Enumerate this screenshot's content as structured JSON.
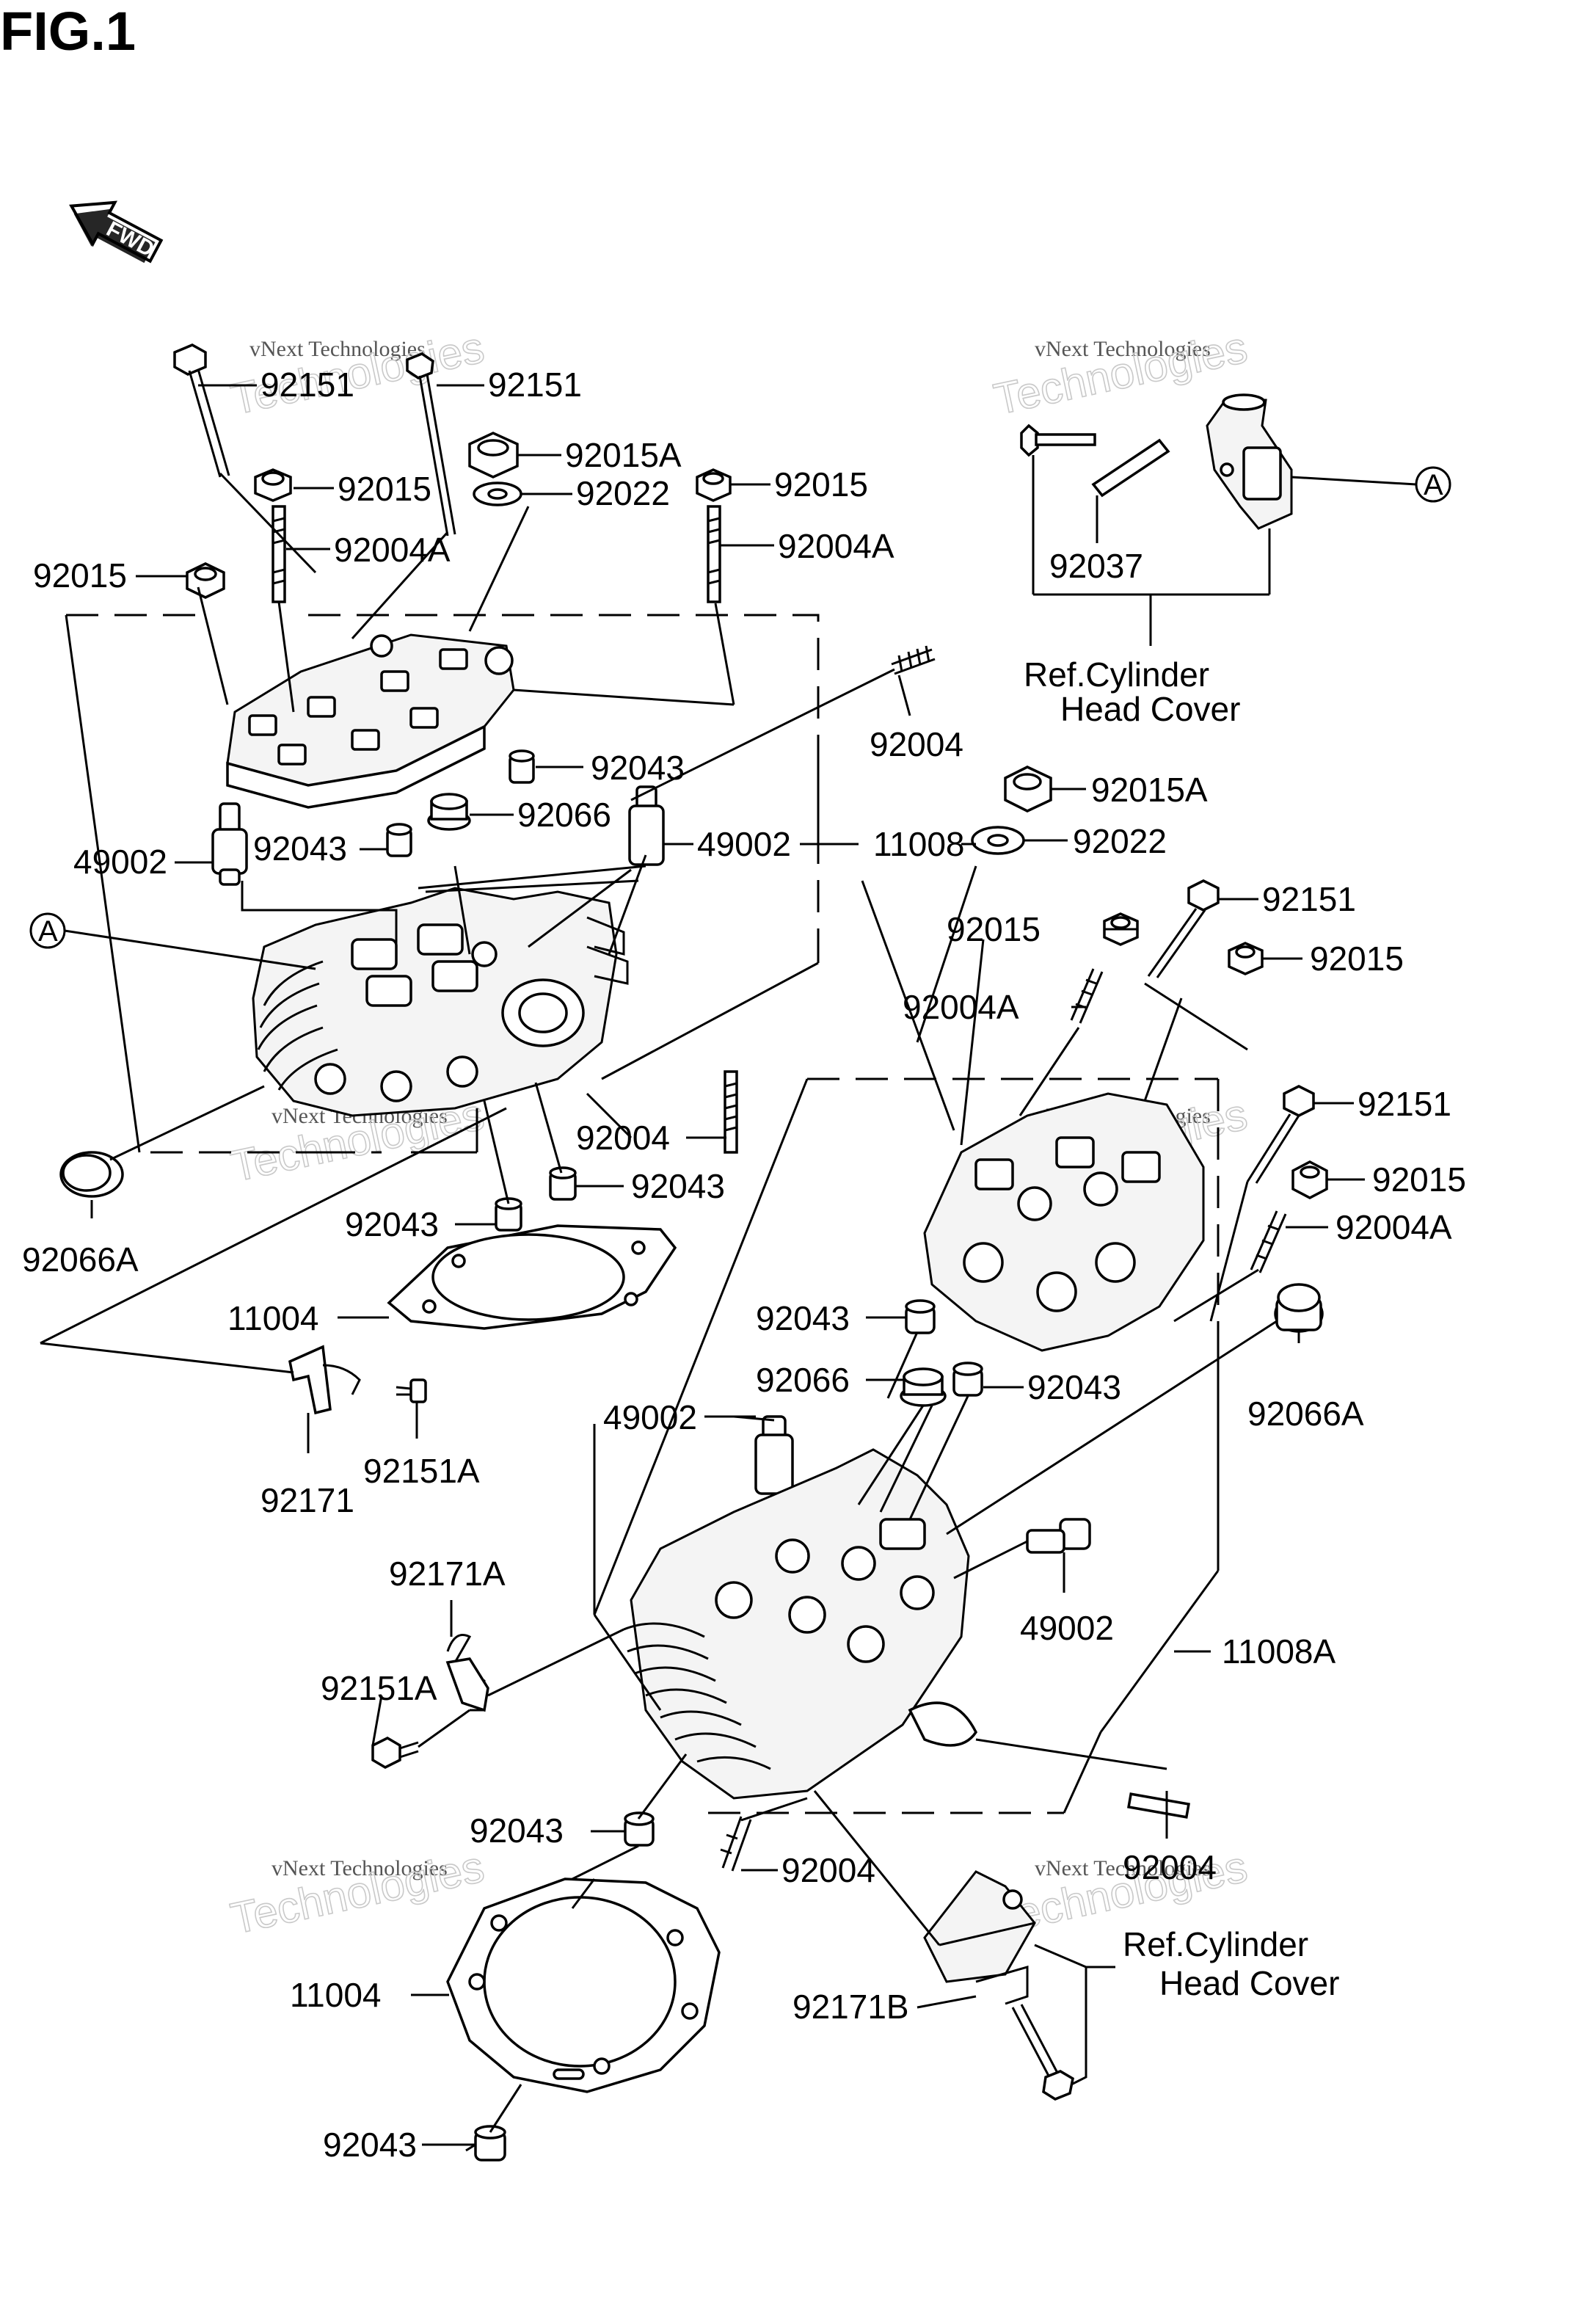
{
  "figure": {
    "title": "FIG.1"
  },
  "fwd_label": "FWD",
  "watermark": {
    "brand": "vNext Technologies",
    "word": "Technologies"
  },
  "ref_marker": "A",
  "labels": {
    "p92151_a": "92151",
    "p92151_b": "92151",
    "p92015A_a": "92015A",
    "p92015_a": "92015",
    "p92022_a": "92022",
    "p92015_b": "92015",
    "p92004A_a": "92004A",
    "p92004A_b": "92004A",
    "p92015_c": "92015",
    "p92037": "92037",
    "ref_head_cover_1_l1": "Ref.Cylinder",
    "ref_head_cover_1_l2": "Head Cover",
    "p92004_a": "92004",
    "p92043_a": "92043",
    "p92066_a": "92066",
    "p49002_a": "49002",
    "p11008": "11008",
    "p49002_b": "49002",
    "p92043_b": "92043",
    "p92015A_b": "92015A",
    "p92022_b": "92022",
    "p92151_c": "92151",
    "p92015_d": "92015",
    "p92015_e": "92015",
    "p92004A_c": "92004A",
    "p92151_d": "92151",
    "p92015_f": "92015",
    "p92004A_d": "92004A",
    "p92004_b": "92004",
    "p92043_c": "92043",
    "p92043_d": "92043",
    "p92066A_a": "92066A",
    "p11004_a": "11004",
    "p92171": "92171",
    "p92151A_a": "92151A",
    "p92043_e": "92043",
    "p92066_b": "92066",
    "p92043_f": "92043",
    "p49002_c": "49002",
    "p92066A_b": "92066A",
    "p92171A": "92171A",
    "p92151A_b": "92151A",
    "p49002_d": "49002",
    "p11008A": "11008A",
    "p92043_g": "92043",
    "p92004_c": "92004",
    "p92004_d": "92004",
    "ref_head_cover_2_l1": "Ref.Cylinder",
    "ref_head_cover_2_l2": "Head Cover",
    "p11004_b": "11004",
    "p92171B": "92171B",
    "p92043_h": "92043"
  }
}
